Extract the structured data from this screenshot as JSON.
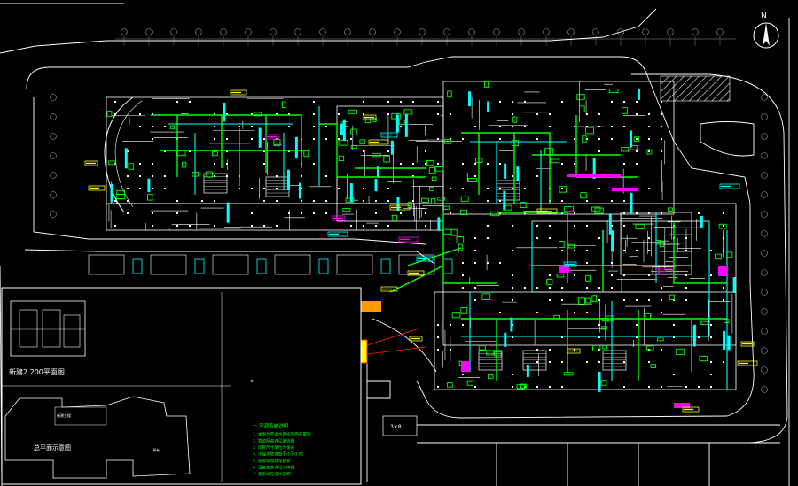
{
  "drawing": {
    "north_label": "N",
    "inset_title": "新建2.200平面图",
    "keyplan_title": "总平面示意图",
    "notes_title": "一.空调系统说明",
    "notes": [
      "1. 本图为空调水系统平面布置图",
      "2. 管道标高详见系统图",
      "3. 风管尺寸单位为毫米",
      "4. 冷凝水管坡度不小于0.01",
      "5. 管道穿墙处设套管",
      "6. 设备安装详见大样图",
      "7. 其余详见设计说明"
    ],
    "block_label": "3×8",
    "keyplan_tag_1": "新建主楼",
    "keyplan_tag_2": "原有"
  },
  "colors": {
    "background": "#000000",
    "wall": "#ffffff",
    "grid": "#9a9a9a",
    "duct_green": "#00ff00",
    "pipe_cyan": "#00ffff",
    "tag_yellow": "#ffff00",
    "equip_magenta": "#ff00ff",
    "note_red": "#ff2020",
    "equip_orange": "#ff9a00",
    "frame_blue": "#3a6cff"
  }
}
